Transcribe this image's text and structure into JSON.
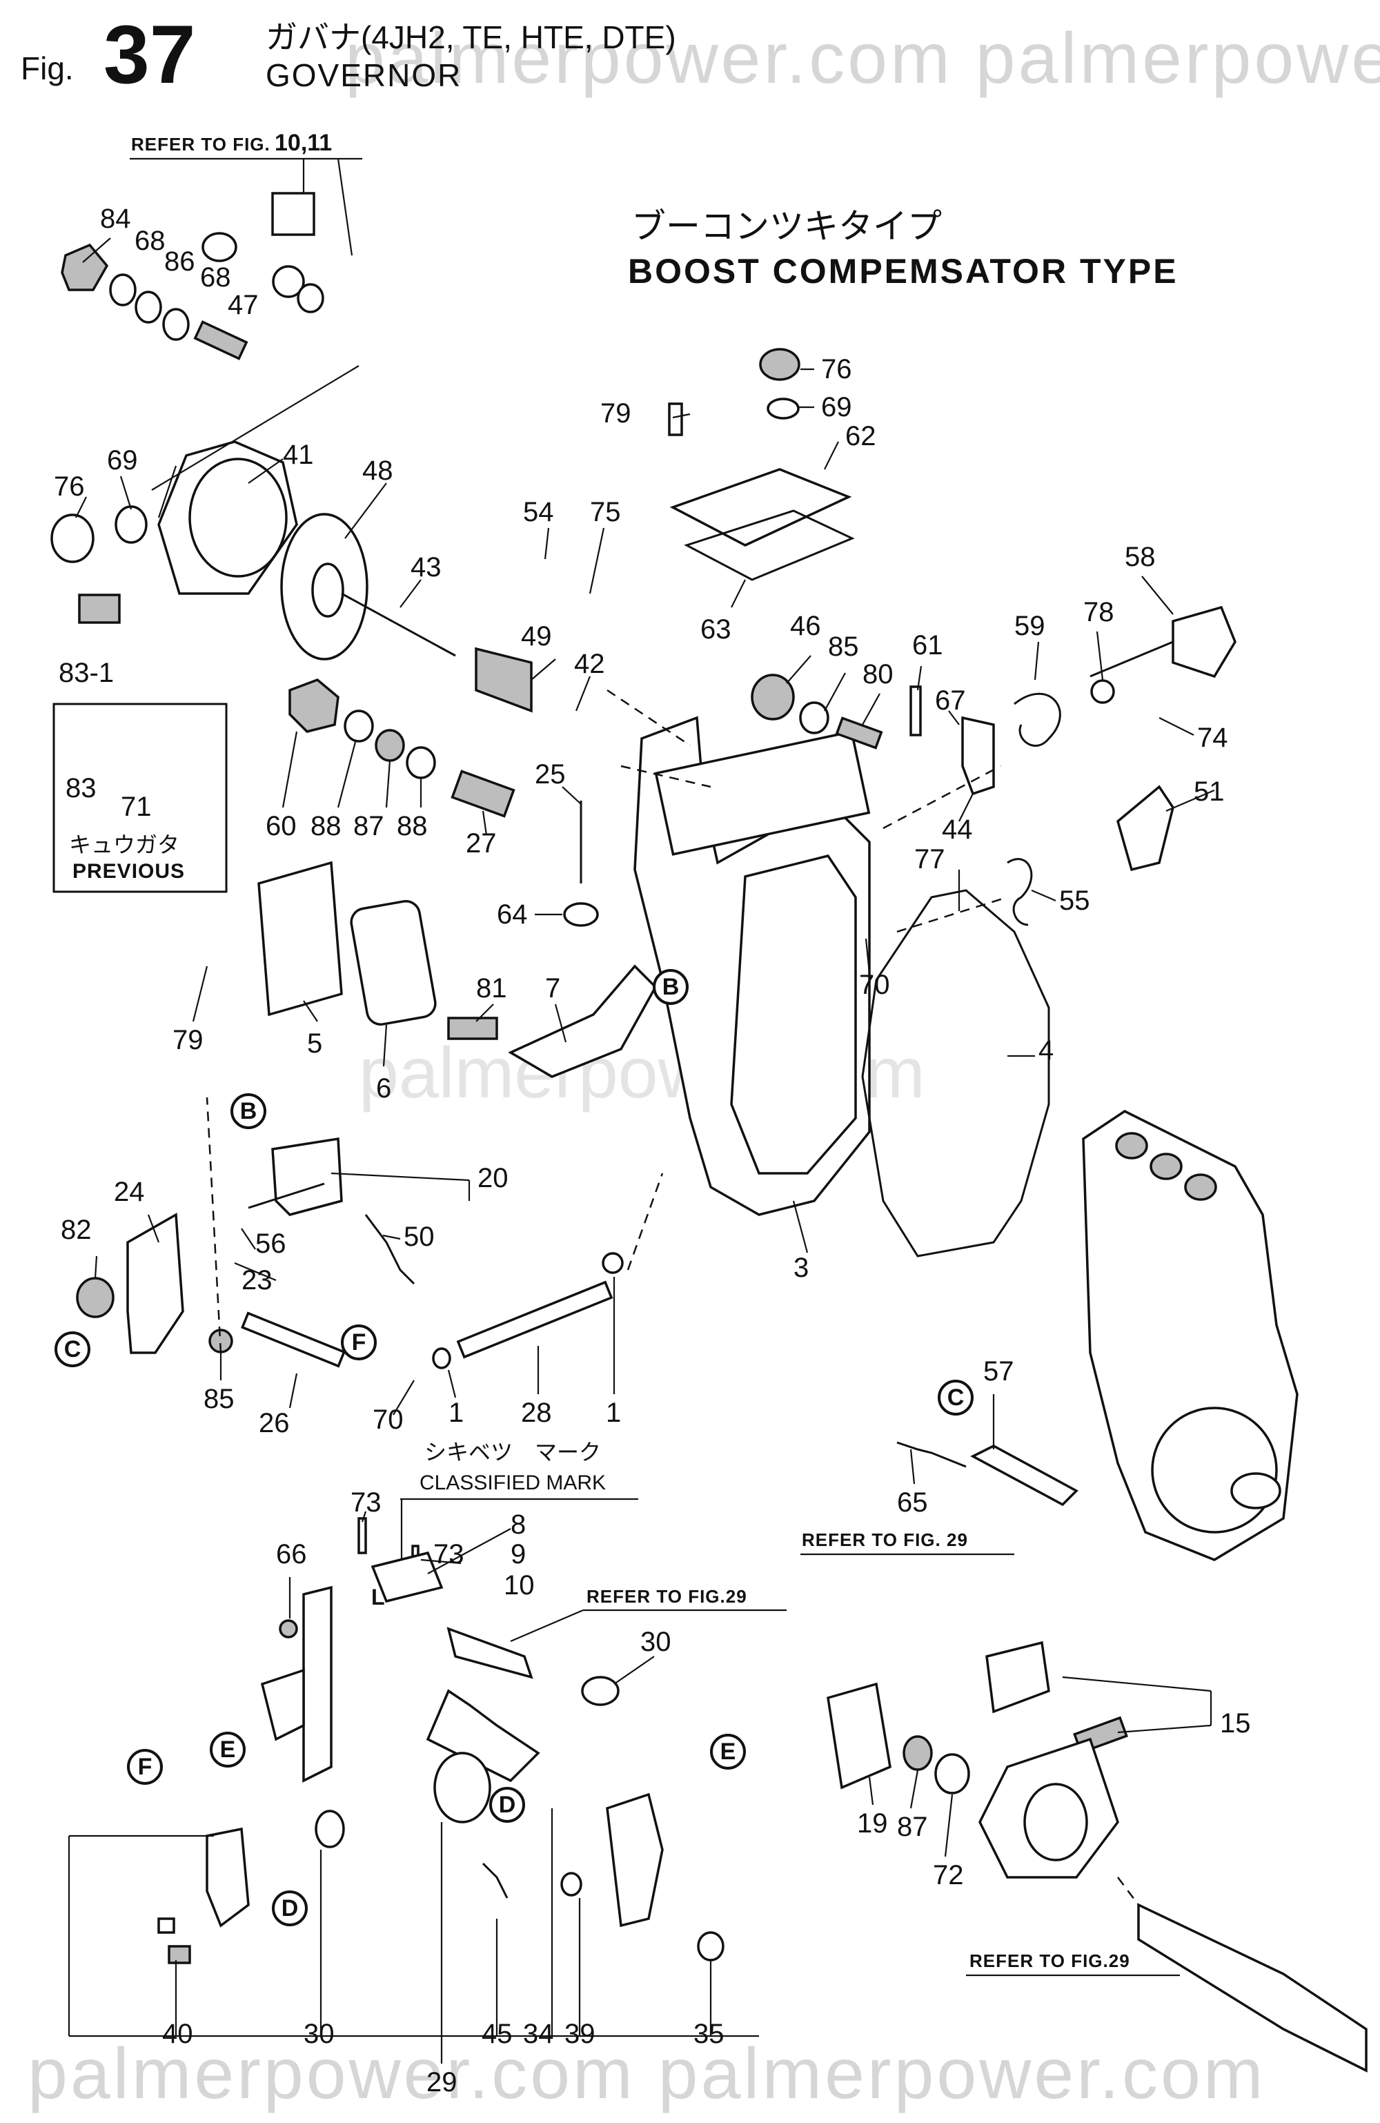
{
  "header": {
    "fig_word": "Fig.",
    "fig_number": "37",
    "title_ja": "ガバナ(4JH2, TE, HTE, DTE)",
    "title_en": "GOVERNOR"
  },
  "section": {
    "subtitle_ja": "ブーコンツキタイプ",
    "subtitle_en": "BOOST COMPEMSATOR TYPE"
  },
  "watermark": {
    "text": "palmerpower.com  palmerpower.com",
    "center_text": "palmerpower.com"
  },
  "notes": {
    "refer_top_prefix": "REFER TO FIG.",
    "refer_top_num": "10,11",
    "previous_ja": "キュウガタ",
    "previous_en": "PREVIOUS",
    "refer_29_mid": "REFER TO FIG. 29",
    "refer_29_upper": "REFER TO FIG.29",
    "refer_29_lower": "REFER TO FIG.29",
    "classified_ja": "シキベツ　マーク",
    "classified_en": "CLASSIFIED MARK",
    "l_mark": "L"
  },
  "callout_markers": {
    "b": "B",
    "c": "C",
    "e": "E",
    "f": "F",
    "d": "D"
  },
  "part_numbers": {
    "p84": "84",
    "p68a": "68",
    "p86": "86",
    "p68b": "68",
    "p47": "47",
    "p41": "41",
    "p69a": "69",
    "p76a": "76",
    "p83_1": "83-1",
    "p83": "83",
    "p71": "71",
    "p48": "48",
    "p43": "43",
    "p54": "54",
    "p75": "75",
    "p49": "49",
    "p42": "42",
    "p79a": "79",
    "p76b": "76",
    "p69b": "69",
    "p62": "62",
    "p63": "63",
    "p46": "46",
    "p85a": "85",
    "p80": "80",
    "p61": "61",
    "p67": "67",
    "p59": "59",
    "p78": "78",
    "p58": "58",
    "p74": "74",
    "p60": "60",
    "p88a": "88",
    "p87a": "87",
    "p88b": "88",
    "p27": "27",
    "p25": "25",
    "p64": "64",
    "p44": "44",
    "p77": "77",
    "p51": "51",
    "p55": "55",
    "p79b": "79",
    "p5": "5",
    "p6": "6",
    "p81": "81",
    "p7": "7",
    "p70a": "70",
    "p4": "4",
    "p20": "20",
    "p24": "24",
    "p82": "82",
    "p56": "56",
    "p23": "23",
    "p50": "50",
    "p3": "3",
    "p85b": "85",
    "p26": "26",
    "p70b": "70",
    "p1a": "1",
    "p28": "28",
    "p1b": "1",
    "p57": "57",
    "p65": "65",
    "p73a": "73",
    "p73b": "73",
    "p8": "8",
    "p9": "9",
    "p10": "10",
    "p66": "66",
    "p30a": "30",
    "p15": "15",
    "p19": "19",
    "p87b": "87",
    "p72": "72",
    "p40": "40",
    "p30b": "30",
    "p45": "45",
    "p34": "34",
    "p39": "39",
    "p35": "35",
    "p29": "29"
  }
}
